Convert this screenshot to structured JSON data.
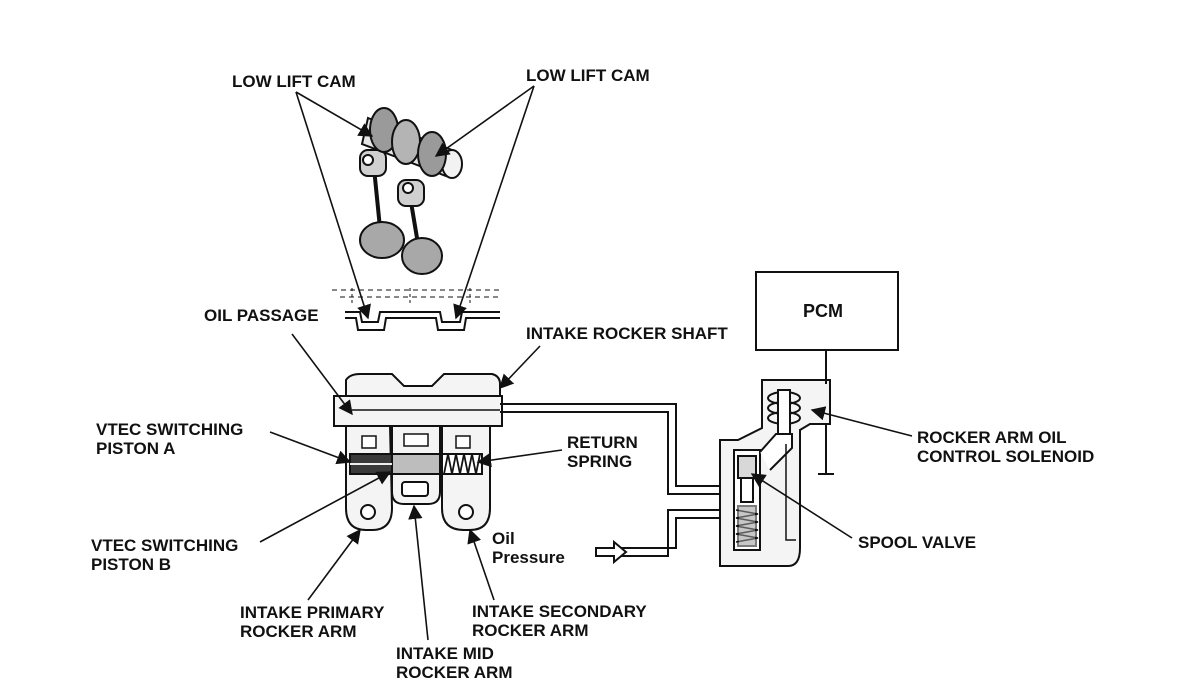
{
  "labels": {
    "low_lift_cam_left": "LOW LIFT CAM",
    "low_lift_cam_right": "LOW LIFT CAM",
    "oil_passage": "OIL PASSAGE",
    "intake_rocker_shaft": "INTAKE ROCKER SHAFT",
    "pcm": "PCM",
    "vtec_piston_a": [
      "VTEC SWITCHING",
      "PISTON A"
    ],
    "return_spring": [
      "RETURN",
      "SPRING"
    ],
    "rocker_arm_solenoid": [
      "ROCKER ARM OIL",
      "CONTROL SOLENOID"
    ],
    "vtec_piston_b": [
      "VTEC SWITCHING",
      "PISTON B"
    ],
    "oil_pressure": [
      "Oil",
      "Pressure"
    ],
    "spool_valve": "SPOOL VALVE",
    "intake_primary": [
      "INTAKE PRIMARY",
      "ROCKER ARM"
    ],
    "intake_secondary": [
      "INTAKE SECONDARY",
      "ROCKER ARM"
    ],
    "intake_mid": [
      "INTAKE MID",
      "ROCKER ARM"
    ]
  },
  "colors": {
    "line": "#111111",
    "cam_fill": "#9a9a9a",
    "valve_fill": "#a8a8a8",
    "body_fill": "#f4f4f4",
    "piston_fill": "#3a3a3a"
  }
}
